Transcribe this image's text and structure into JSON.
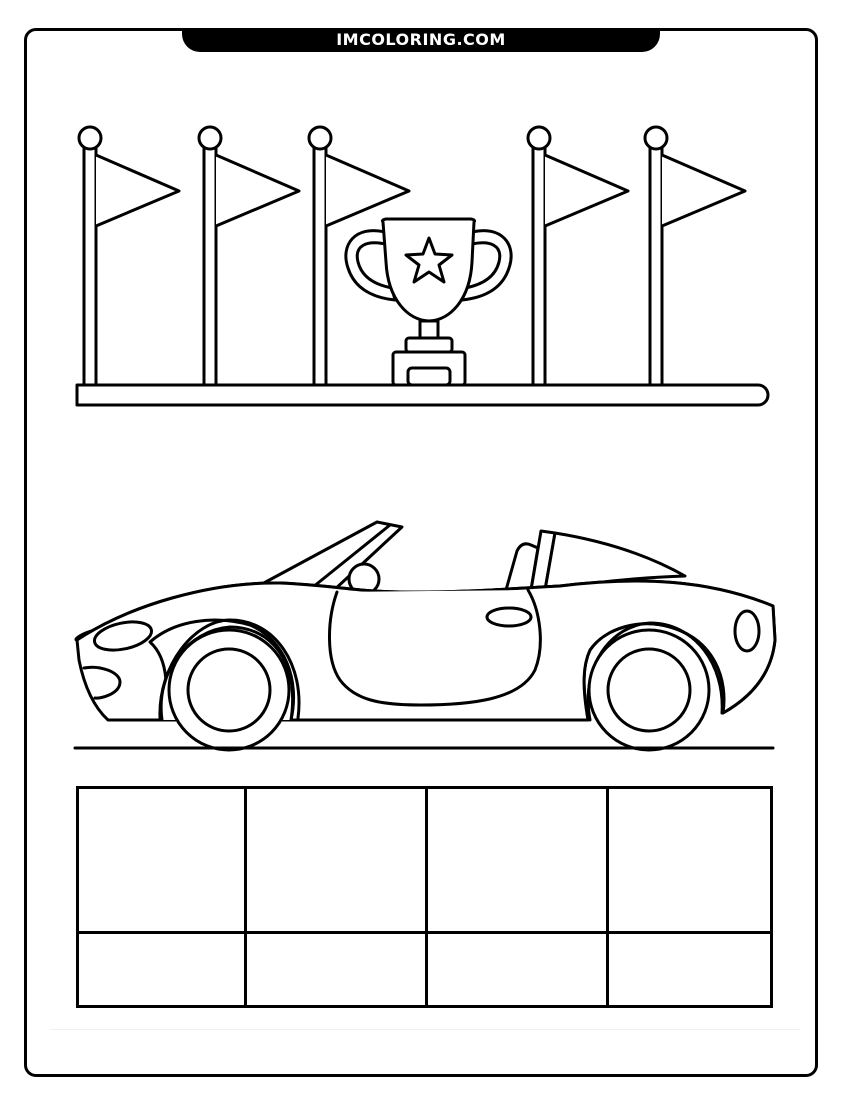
{
  "header": {
    "banner_text": "IMCOLORING.COM"
  },
  "scene": {
    "top_panel": {
      "flags": [
        {
          "id": "flag-1",
          "icon": "pennant-flag-icon"
        },
        {
          "id": "flag-2",
          "icon": "pennant-flag-icon"
        },
        {
          "id": "flag-3",
          "icon": "pennant-flag-icon"
        },
        {
          "id": "flag-4",
          "icon": "pennant-flag-icon"
        },
        {
          "id": "flag-5",
          "icon": "pennant-flag-icon"
        }
      ],
      "trophy": {
        "icon": "trophy-icon",
        "emblem": "star-icon"
      },
      "shelf": {
        "icon": "shelf-base"
      }
    },
    "middle_panel": {
      "vehicle": {
        "icon": "convertible-sports-car-icon"
      },
      "ground": {
        "icon": "road-line"
      }
    },
    "bottom_panel": {
      "grid": {
        "columns": 4,
        "rows": 2,
        "cells": [
          "",
          "",
          "",
          "",
          "",
          "",
          "",
          ""
        ]
      }
    }
  },
  "colors": {
    "line": "#000000",
    "background": "#ffffff",
    "banner_text": "#ffffff"
  }
}
